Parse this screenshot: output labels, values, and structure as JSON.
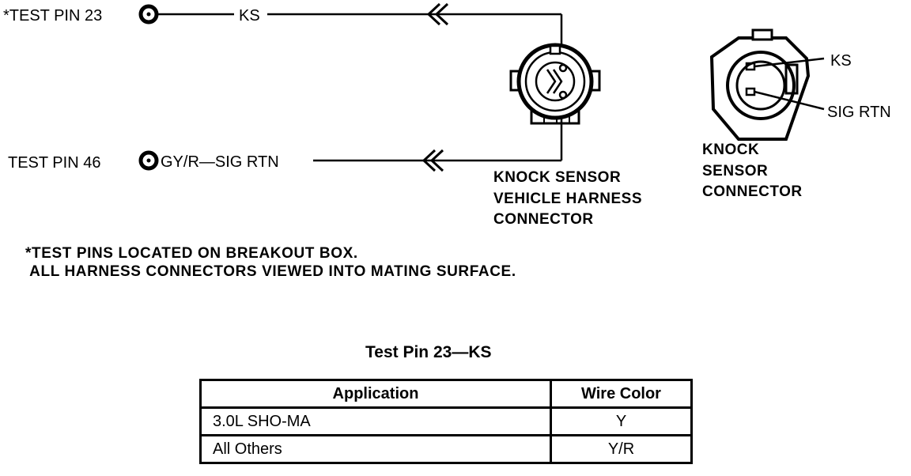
{
  "pins": {
    "pin23_label": "*TEST PIN 23",
    "pin23_wire": "KS",
    "pin46_label": "TEST PIN 46",
    "pin46_wire": "GY/R—SIG RTN"
  },
  "harness_connector": {
    "label_line1": "KNOCK SENSOR",
    "label_line2": "VEHICLE HARNESS",
    "label_line3": "CONNECTOR"
  },
  "sensor_connector": {
    "ks_label": "KS",
    "sig_rtn_label": "SIG RTN",
    "label_line1": "KNOCK",
    "label_line2": "SENSOR",
    "label_line3": "CONNECTOR"
  },
  "notes": {
    "line1": "*TEST PINS LOCATED ON BREAKOUT BOX.",
    "line2": " ALL HARNESS CONNECTORS VIEWED INTO MATING SURFACE."
  },
  "table": {
    "title": "Test Pin 23—KS",
    "headers": [
      "Application",
      "Wire Color"
    ],
    "rows": [
      {
        "application": "3.0L SHO-MA",
        "wire_color": "Y"
      },
      {
        "application": "All Others",
        "wire_color": "Y/R"
      }
    ]
  }
}
